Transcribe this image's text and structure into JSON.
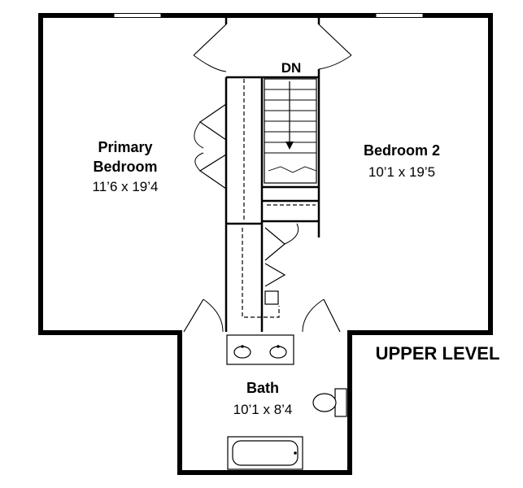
{
  "rooms": {
    "primary": {
      "name_line1": "Primary",
      "name_line2": "Bedroom",
      "dims": "11’6 x 19’4"
    },
    "bedroom2": {
      "name": "Bedroom 2",
      "dims": "10’1 x 19’5"
    },
    "bath": {
      "name": "Bath",
      "dims": "10’1 x 8’4"
    }
  },
  "stairs": {
    "label": "DN"
  },
  "level_label": "UPPER LEVEL"
}
